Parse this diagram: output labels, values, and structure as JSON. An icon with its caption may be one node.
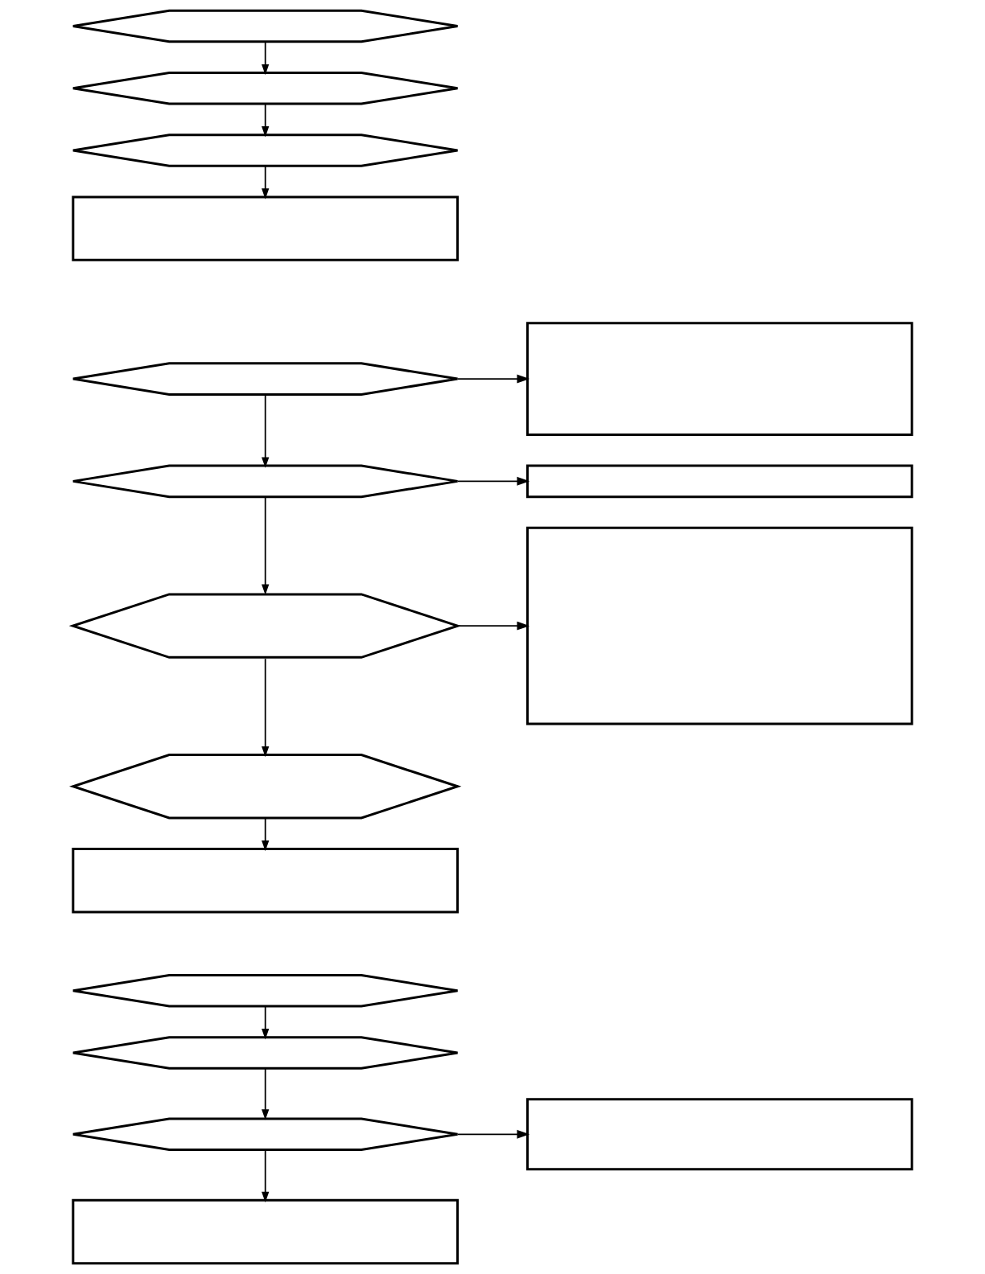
{
  "diagram": {
    "nodes": [
      {
        "text": [],
        "shape": "hexagon"
      },
      {
        "text": [],
        "shape": "hexagon"
      },
      {
        "text": [],
        "shape": "hexagon"
      },
      {
        "text": [],
        "shape": "box"
      },
      {
        "text": [],
        "shape": "hexagon"
      },
      {
        "text": [],
        "shape": "box"
      },
      {
        "text": [],
        "shape": "hexagon"
      },
      {
        "text": [],
        "shape": "box"
      },
      {
        "text": [],
        "shape": "hexagon"
      },
      {
        "text": [],
        "shape": "box"
      },
      {
        "text": [],
        "shape": "hexagon"
      },
      {
        "text": [],
        "shape": "box"
      },
      {
        "text": [],
        "shape": "hexagon"
      },
      {
        "text": [],
        "shape": "hexagon"
      },
      {
        "text": [],
        "shape": "hexagon"
      },
      {
        "text": [],
        "shape": "box"
      },
      {
        "text": [],
        "shape": "box"
      }
    ],
    "edges": [
      {
        "from": 0,
        "to": 1,
        "arrow": "to"
      },
      {
        "from": 1,
        "to": 2,
        "arrow": "to"
      },
      {
        "from": 2,
        "to": 3,
        "arrow": "to"
      },
      {
        "from": 4,
        "to": 5,
        "arrow": "to"
      },
      {
        "from": 4,
        "to": 6,
        "arrow": "to"
      },
      {
        "from": 6,
        "to": 7,
        "arrow": "to"
      },
      {
        "from": 6,
        "to": 8,
        "arrow": "to"
      },
      {
        "from": 8,
        "to": 9,
        "arrow": "to"
      },
      {
        "from": 8,
        "to": 10,
        "arrow": "to"
      },
      {
        "from": 10,
        "to": 11,
        "arrow": "to"
      },
      {
        "from": 12,
        "to": 13,
        "arrow": "to"
      },
      {
        "from": 13,
        "to": 14,
        "arrow": "to"
      },
      {
        "from": 14,
        "to": 15,
        "arrow": "to"
      },
      {
        "from": 14,
        "to": 16,
        "arrow": "to"
      }
    ]
  }
}
